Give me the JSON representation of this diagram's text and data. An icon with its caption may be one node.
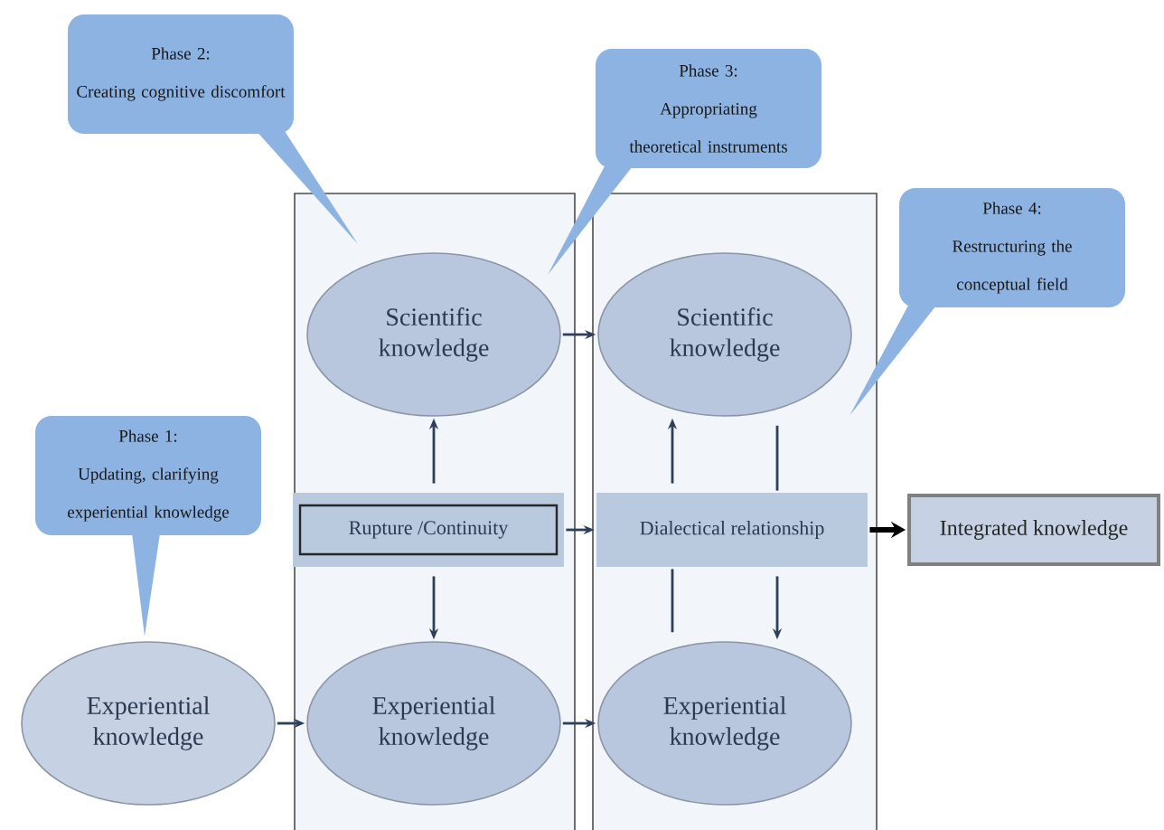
{
  "diagram": {
    "nodes": [
      {
        "text": [],
        "shape": "box"
      },
      {
        "text": [],
        "shape": "box"
      },
      {
        "text": [
          "Experiential knowledge"
        ]
      },
      {
        "text": [
          "Scientific knowledge"
        ],
        "in": 0
      },
      {
        "text": [
          "Rupture /Continuity"
        ],
        "in": 0
      },
      {
        "text": [
          "Experiential knowledge"
        ],
        "in": 0
      },
      {
        "text": [
          "Scientific knowledge"
        ],
        "in": 1
      },
      {
        "text": [
          "Dialectical relationship"
        ],
        "in": 1
      },
      {
        "text": [
          "Experiential knowledge"
        ],
        "in": 1
      },
      {
        "text": [
          "Integrated knowledge"
        ]
      },
      {
        "text": [
          "Phase 1:",
          "Updating, clarifying experiential knowledge"
        ]
      },
      {
        "text": [
          "Phase 2:",
          "Creating cognitive discomfort"
        ]
      },
      {
        "text": [
          "Phase 3:",
          "Appropriating theoretical instruments"
        ]
      },
      {
        "text": [
          "Phase 4:",
          "Restructuring the conceptual field"
        ]
      }
    ],
    "edges": [
      {
        "from": 2,
        "to": 5,
        "arrow": "to"
      },
      {
        "from": 5,
        "to": 8,
        "arrow": "to"
      },
      {
        "from": 3,
        "to": 6,
        "arrow": "to"
      },
      {
        "from": 4,
        "to": 3,
        "arrow": "to"
      },
      {
        "from": 4,
        "to": 5,
        "arrow": "to"
      },
      {
        "from": 4,
        "to": 7,
        "arrow": "to"
      },
      {
        "from": 7,
        "to": 6,
        "arrow": "to"
      },
      {
        "from": 6,
        "to": 7,
        "arrow": "none"
      },
      {
        "from": 8,
        "to": 7,
        "arrow": "none"
      },
      {
        "from": 7,
        "to": 8,
        "arrow": "to"
      },
      {
        "from": 7,
        "to": 9,
        "arrow": "to",
        "style": "thick",
        "color": "#000000"
      }
    ]
  }
}
